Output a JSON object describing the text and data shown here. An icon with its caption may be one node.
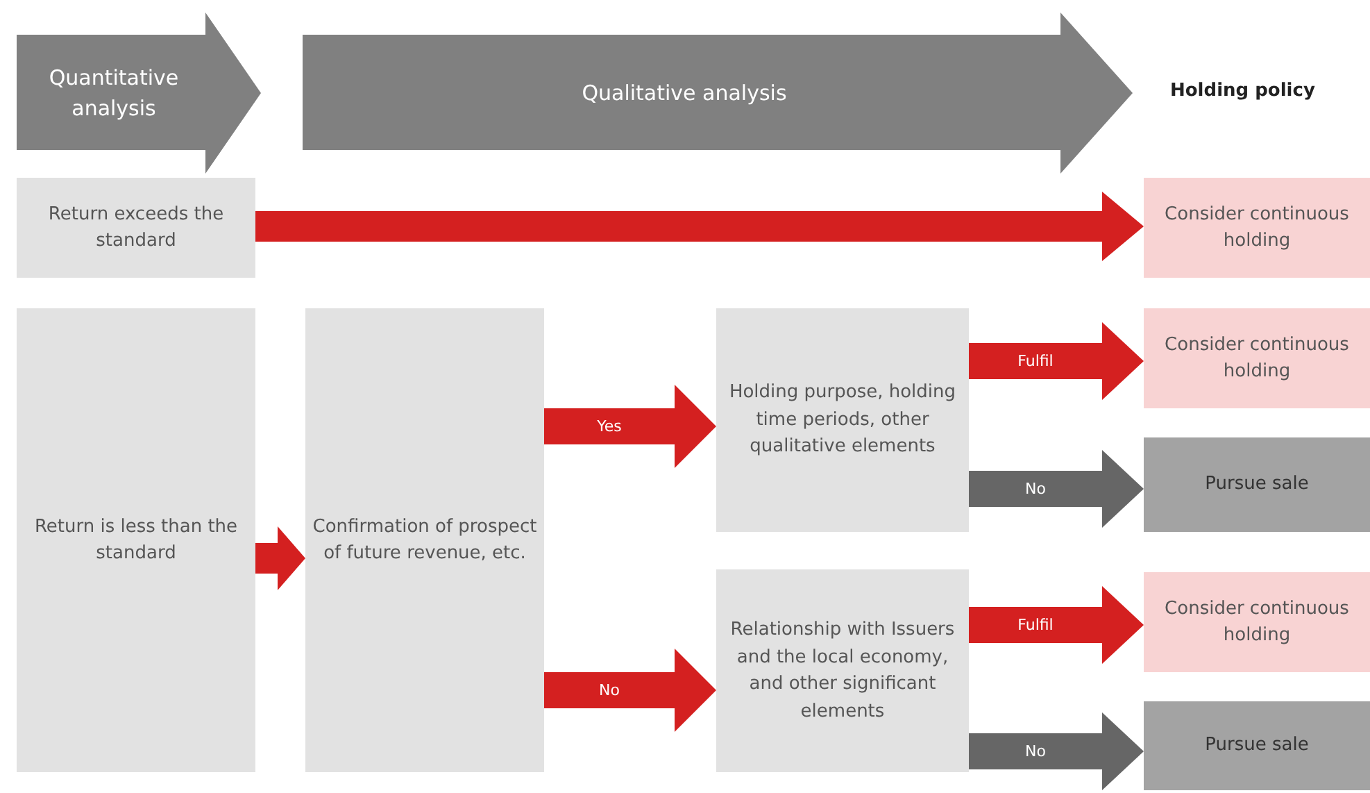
{
  "diagram": {
    "nodes": [
      {
        "text": [
          "Quantitative analysis"
        ]
      },
      {
        "text": [
          "Qualitative analysis"
        ]
      },
      {
        "text": [
          "Return exceeds the standard"
        ]
      },
      {
        "text": [
          "Consider continuous holding"
        ]
      },
      {
        "text": [
          "Return is less than the standard"
        ]
      },
      {
        "text": [
          "Confirmation of prospect of future revenue, etc."
        ]
      },
      {
        "text": [
          "Holding purpose, holding time periods, other qualitative elements"
        ]
      },
      {
        "text": [
          "Consider continuous holding"
        ]
      },
      {
        "text": [
          "Pursue sale"
        ]
      },
      {
        "text": [
          "Relationship with Issuers and the local economy, and other significant elements"
        ]
      },
      {
        "text": [
          "Consider continuous holding"
        ]
      },
      {
        "text": [
          "Pursue sale"
        ]
      }
    ],
    "edges": [
      {
        "from": 2,
        "to": 3,
        "arrow": "to"
      },
      {
        "from": 4,
        "to": 5,
        "arrow": "to"
      },
      {
        "from": 5,
        "to": 6,
        "arrow": "to",
        "label": "Yes"
      },
      {
        "from": 5,
        "to": 9,
        "arrow": "to",
        "label": "No"
      },
      {
        "from": 6,
        "to": 7,
        "arrow": "to",
        "label": "Fulfil"
      },
      {
        "from": 6,
        "to": 8,
        "arrow": "to",
        "label": "No",
        "color": "#666666"
      },
      {
        "from": 9,
        "to": 10,
        "arrow": "to",
        "label": "Fulfil"
      },
      {
        "from": 9,
        "to": 11,
        "arrow": "to",
        "label": "No",
        "color": "#666666"
      }
    ],
    "labels": [
      "Holding policy"
    ]
  }
}
